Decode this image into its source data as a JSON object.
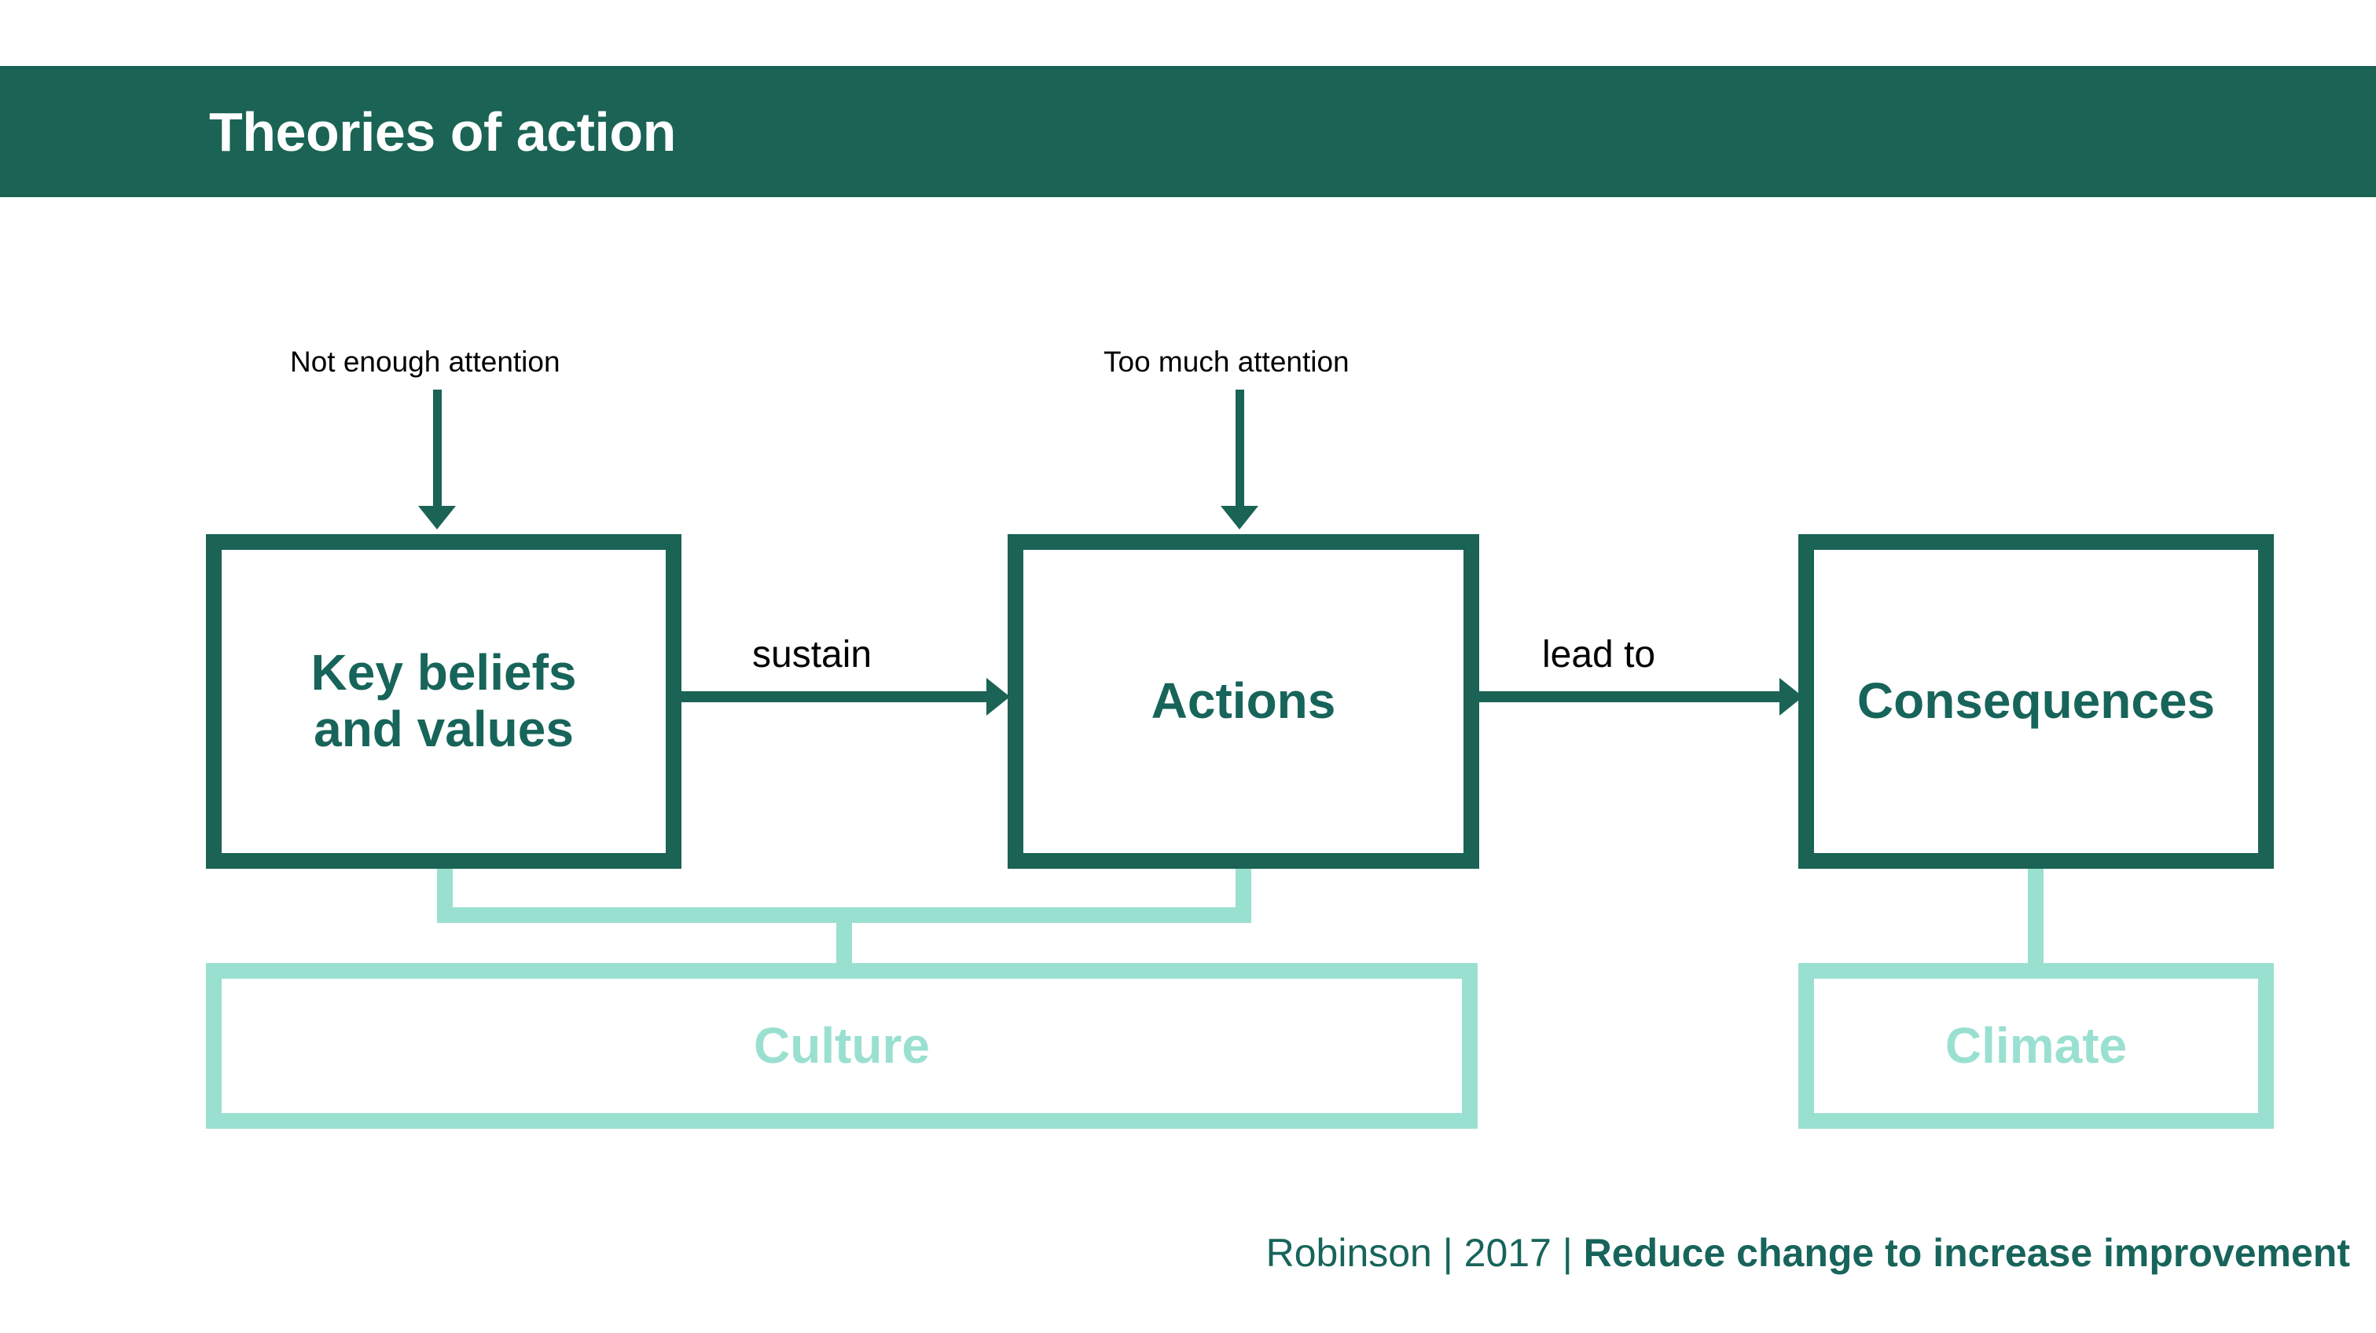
{
  "slide": {
    "title": "Theories of action",
    "background_color": "#ffffff"
  },
  "theme": {
    "dark_green": "#1a6355",
    "light_green": "#9ae0d1",
    "text_black": "#000000",
    "title_text": "#ffffff"
  },
  "annotations": [
    {
      "text": "Not enough attention",
      "target": "Key beliefs and values"
    },
    {
      "text": "Too much attention",
      "target": "Actions"
    }
  ],
  "nodes": [
    {
      "id": "beliefs",
      "label": "Key beliefs\nand values",
      "style": "dark"
    },
    {
      "id": "actions",
      "label": "Actions",
      "style": "dark"
    },
    {
      "id": "consequences",
      "label": "Consequences",
      "style": "dark"
    },
    {
      "id": "culture",
      "label": "Culture",
      "style": "light"
    },
    {
      "id": "climate",
      "label": "Climate",
      "style": "light"
    }
  ],
  "edges": [
    {
      "from": "beliefs",
      "to": "actions",
      "label": "sustain"
    },
    {
      "from": "actions",
      "to": "consequences",
      "label": "lead to"
    },
    {
      "from": "culture",
      "to": "beliefs,actions",
      "label": ""
    },
    {
      "from": "climate",
      "to": "consequences",
      "label": ""
    }
  ],
  "citation": {
    "author": "Robinson",
    "year": "2017",
    "separator": " | ",
    "work": "Reduce change to increase improvement",
    "full": "Robinson | 2017 | Reduce change to increase improvement"
  }
}
